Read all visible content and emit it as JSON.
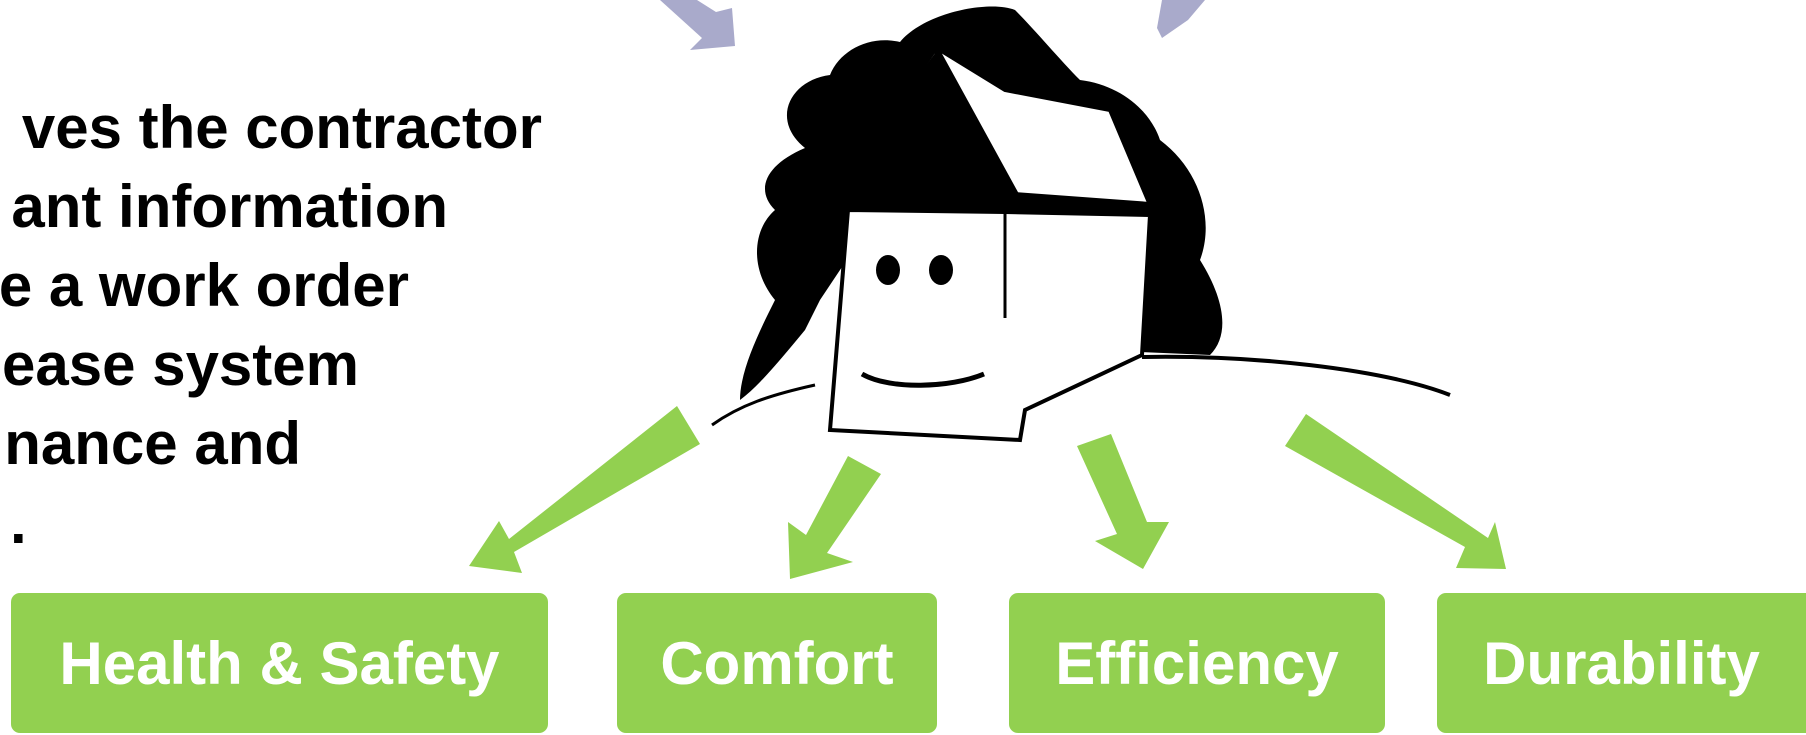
{
  "body_text": {
    "lines": [
      "ves the contractor",
      "ant information",
      "e a work order",
      "ease system",
      "nance and",
      "."
    ]
  },
  "categories": [
    "Health & Safety",
    "Comfort",
    "Efficiency",
    "Durability"
  ],
  "colors": {
    "category_fill": "#92d050",
    "category_text": "#ffffff",
    "incoming_arrow": "#a9aacb",
    "body_text": "#000000"
  },
  "illustration": {
    "icon": "house-character-icon"
  }
}
